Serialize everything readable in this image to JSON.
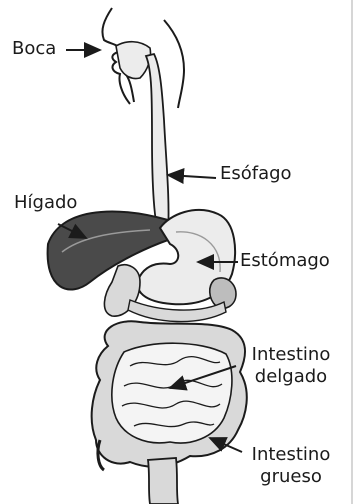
{
  "labels": {
    "boca": "Boca",
    "esofago": "Esófago",
    "higado": "Hígado",
    "estomago": "Estómago",
    "intestino_delgado": [
      "Intestino",
      "delgado"
    ],
    "intestino_grueso": [
      "Intestino",
      "grueso"
    ]
  },
  "colors": {
    "ink": "#1b1b1b",
    "liver": "#4a4a4a",
    "tissue": "#d9d9d9",
    "organ_light": "#ececec",
    "background": "#ffffff"
  }
}
